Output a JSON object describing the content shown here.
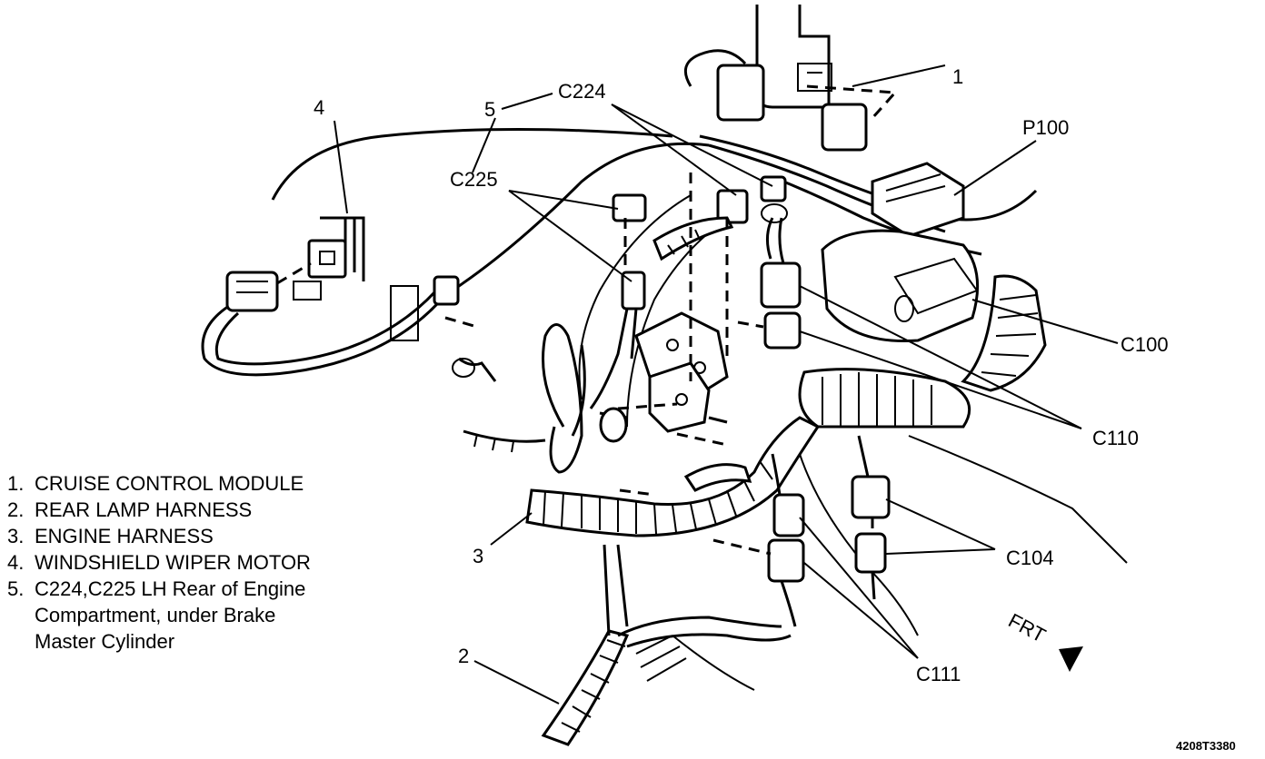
{
  "callouts": {
    "n1": "1",
    "n2": "2",
    "n3": "3",
    "n4": "4",
    "n5": "5",
    "c224": "C224",
    "c225": "C225",
    "p100": "P100",
    "c100": "C100",
    "c110": "C110",
    "c104": "C104",
    "c111": "C111",
    "frt": "FRT"
  },
  "legend": [
    {
      "num": "1.",
      "text": "CRUISE CONTROL MODULE"
    },
    {
      "num": "2.",
      "text": "REAR LAMP HARNESS"
    },
    {
      "num": "3.",
      "text": "ENGINE HARNESS"
    },
    {
      "num": "4.",
      "text": "WINDSHIELD WIPER MOTOR"
    },
    {
      "num": "5.",
      "text": "C224,C225 LH Rear of Engine"
    }
  ],
  "legend_continuation": [
    "Compartment, under Brake",
    "Master Cylinder"
  ],
  "figure_id": "4208T3380"
}
